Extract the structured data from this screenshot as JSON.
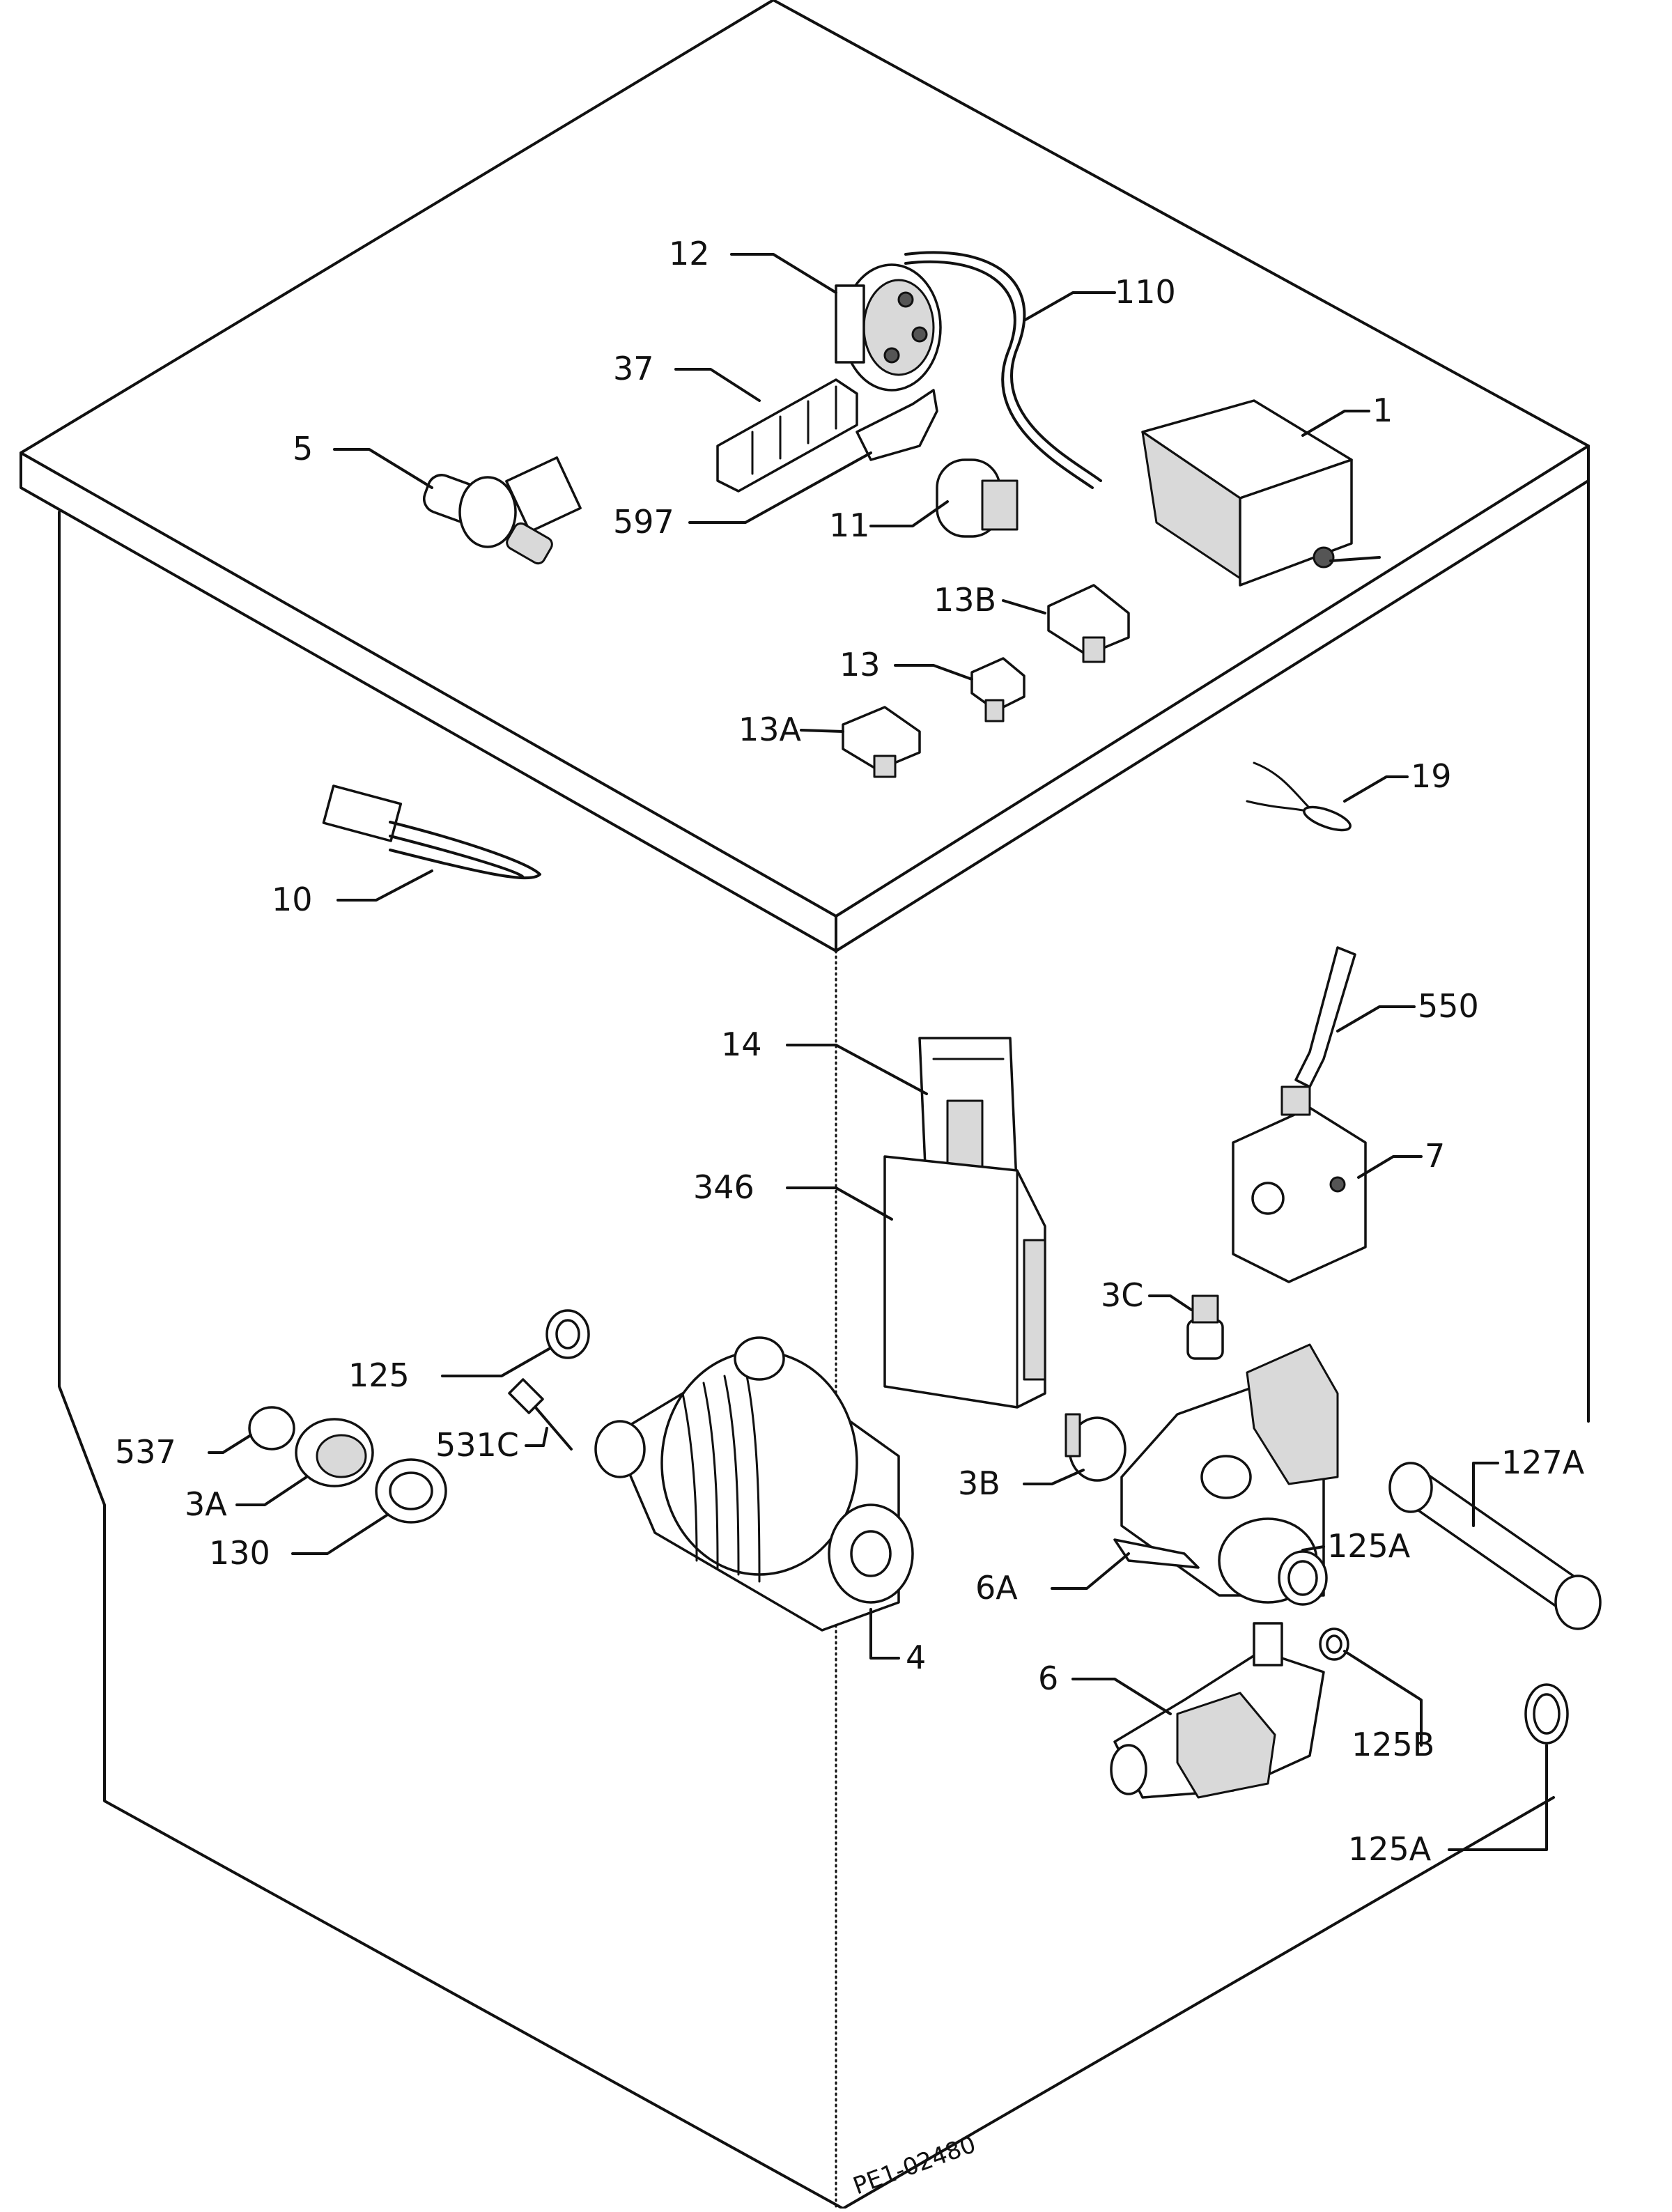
{
  "labels": {
    "l1": "1",
    "l3a": "3A",
    "l3b": "3B",
    "l3c": "3C",
    "l4": "4",
    "l5": "5",
    "l6": "6",
    "l6a": "6A",
    "l7": "7",
    "l10": "10",
    "l11": "11",
    "l12": "12",
    "l13": "13",
    "l13a": "13A",
    "l13b": "13B",
    "l14": "14",
    "l19": "19",
    "l37": "37",
    "l110": "110",
    "l125": "125",
    "l125a1": "125A",
    "l125a2": "125A",
    "l125b": "125B",
    "l127a": "127A",
    "l130": "130",
    "l346": "346",
    "l531c": "531C",
    "l537": "537",
    "l550": "550",
    "l597": "597"
  },
  "drawing_code": "PE1-02480"
}
